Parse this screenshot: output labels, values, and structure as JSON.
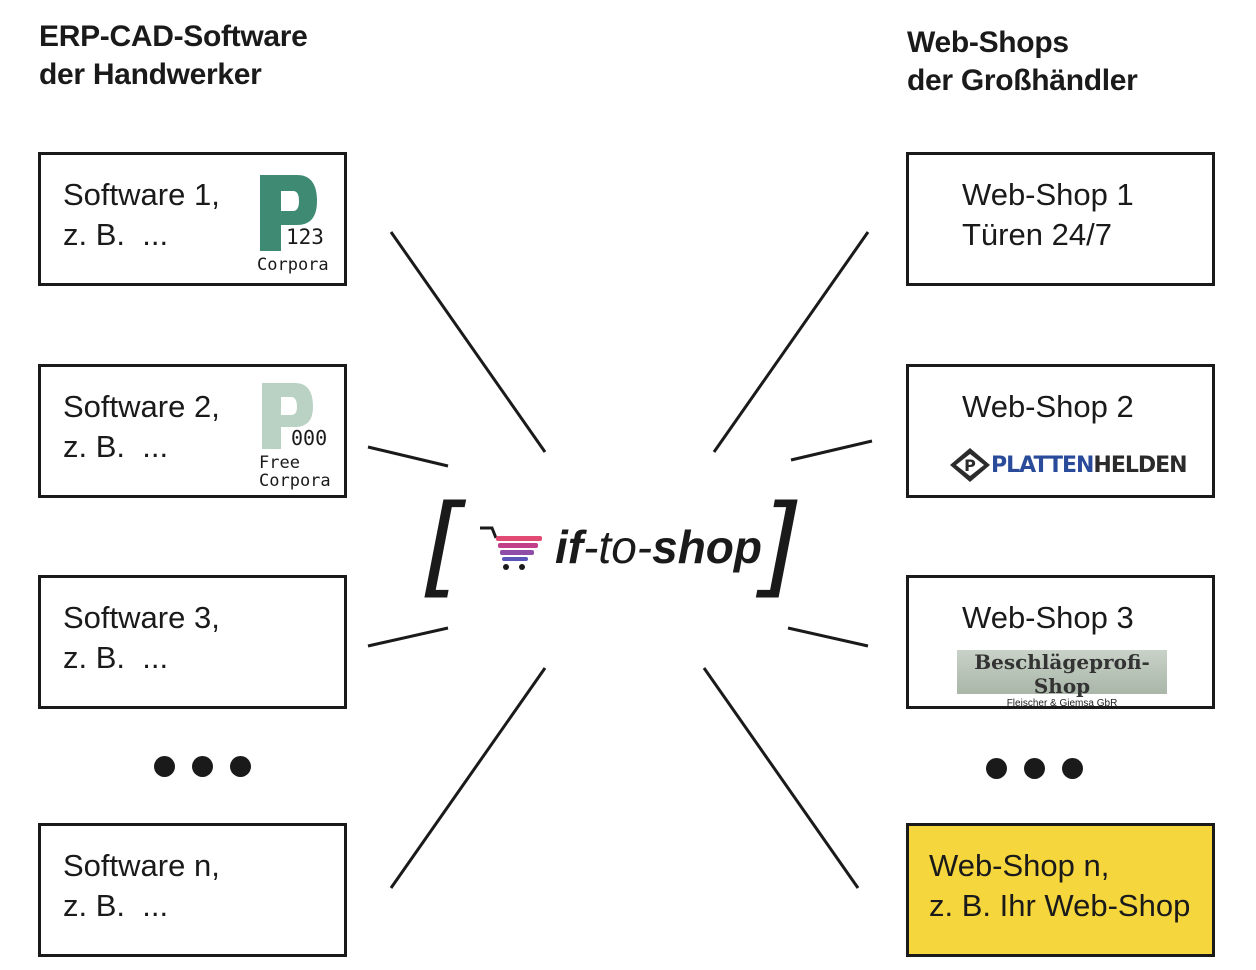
{
  "left_heading": [
    "ERP-CAD-Software",
    "der Handwerker"
  ],
  "right_heading": [
    "Web-Shops",
    "der Großhändler"
  ],
  "software": [
    {
      "line1": "Software 1,",
      "line2": "z. B.  ...",
      "logo_num": "123",
      "logo_caption": [
        "Corpora"
      ]
    },
    {
      "line1": "Software 2,",
      "line2": "z. B.  ...",
      "logo_num": "000",
      "logo_caption": [
        "Free",
        "Corpora"
      ]
    },
    {
      "line1": "Software 3,",
      "line2": "z. B.  ..."
    },
    {
      "line1": "Software n,",
      "line2": "z. B.  ..."
    }
  ],
  "shops": [
    {
      "line1": "Web-Shop 1",
      "line2": "Türen 24/7"
    },
    {
      "line1": "Web-Shop 2",
      "logo_prefix": "PLATTEN",
      "logo_suffix": "HELDEN"
    },
    {
      "line1": "Web-Shop 3",
      "logo_title": "Beschlägeprofi-Shop",
      "logo_sub": "Fleischer & Giemsa GbR"
    },
    {
      "line1": "Web-Shop n,",
      "line2": "z. B. Ihr Web-Shop",
      "highlight_color": "#f5d63d"
    }
  ],
  "center": {
    "part1": "if",
    "part2": "-to-",
    "part3": "shop",
    "bracket_left": "[",
    "bracket_right": "]"
  },
  "colors": {
    "logo_green": "#3e8a72",
    "logo_green_light": "#b9d2c4",
    "highlight": "#f5d63d",
    "line": "#1a1a1a"
  }
}
